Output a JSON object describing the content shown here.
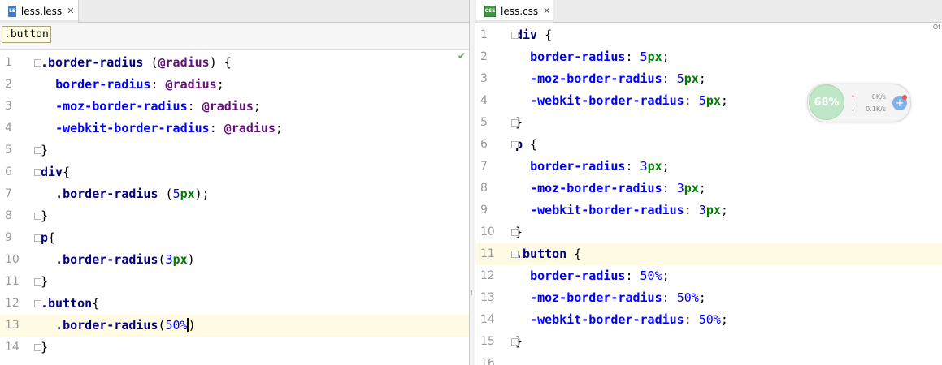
{
  "left_editor": {
    "tab": {
      "icon": "less-file-icon",
      "icon_text": "LE",
      "label": "less.less"
    },
    "breadcrumb": ".button",
    "lines": [
      {
        "n": "1",
        "tokens": [
          [
            ".border-radius",
            "sel"
          ],
          [
            " (",
            "punc"
          ],
          [
            "@radius",
            "var"
          ],
          [
            ") {",
            "punc"
          ]
        ]
      },
      {
        "n": "2",
        "tokens": [
          [
            "  ",
            "punc"
          ],
          [
            "border-radius",
            "prop"
          ],
          [
            ": ",
            "punc"
          ],
          [
            "@radius",
            "var"
          ],
          [
            ";",
            "punc"
          ]
        ]
      },
      {
        "n": "3",
        "tokens": [
          [
            "  ",
            "punc"
          ],
          [
            "-moz-border-radius",
            "prop"
          ],
          [
            ": ",
            "punc"
          ],
          [
            "@radius",
            "var"
          ],
          [
            ";",
            "punc"
          ]
        ]
      },
      {
        "n": "4",
        "tokens": [
          [
            "  ",
            "punc"
          ],
          [
            "-webkit-border-radius",
            "prop"
          ],
          [
            ": ",
            "punc"
          ],
          [
            "@radius",
            "var"
          ],
          [
            ";",
            "punc"
          ]
        ]
      },
      {
        "n": "5",
        "tokens": [
          [
            "}",
            "punc"
          ]
        ]
      },
      {
        "n": "6",
        "tokens": [
          [
            "div",
            "sel"
          ],
          [
            "{",
            "punc"
          ]
        ]
      },
      {
        "n": "7",
        "tokens": [
          [
            "  ",
            "punc"
          ],
          [
            ".border-radius",
            "sel"
          ],
          [
            " (",
            "punc"
          ],
          [
            "5",
            "num"
          ],
          [
            "px",
            "unit"
          ],
          [
            ");",
            "punc"
          ]
        ]
      },
      {
        "n": "8",
        "tokens": [
          [
            "}",
            "punc"
          ]
        ]
      },
      {
        "n": "9",
        "tokens": [
          [
            "p",
            "sel"
          ],
          [
            "{",
            "punc"
          ]
        ]
      },
      {
        "n": "10",
        "tokens": [
          [
            "  ",
            "punc"
          ],
          [
            ".border-radius",
            "sel"
          ],
          [
            "(",
            "punc"
          ],
          [
            "3",
            "num"
          ],
          [
            "px",
            "unit"
          ],
          [
            ")",
            "punc"
          ]
        ]
      },
      {
        "n": "11",
        "tokens": [
          [
            "}",
            "punc"
          ]
        ]
      },
      {
        "n": "12",
        "tokens": [
          [
            ".button",
            "sel"
          ],
          [
            "{",
            "punc"
          ]
        ]
      },
      {
        "n": "13",
        "tokens": [
          [
            "  ",
            "punc"
          ],
          [
            ".border-radius",
            "sel"
          ],
          [
            "(",
            "punc"
          ],
          [
            "50%",
            "pct"
          ],
          [
            ")",
            "punc"
          ]
        ]
      },
      {
        "n": "14",
        "tokens": [
          [
            "}",
            "punc"
          ]
        ]
      }
    ]
  },
  "right_editor": {
    "tab": {
      "icon": "css-file-icon",
      "icon_text": "CSS",
      "label": "less.css"
    },
    "lines": [
      {
        "n": "1",
        "tokens": [
          [
            "div",
            "sel"
          ],
          [
            " {",
            "punc"
          ]
        ]
      },
      {
        "n": "2",
        "tokens": [
          [
            "  ",
            "punc"
          ],
          [
            "border-radius",
            "prop"
          ],
          [
            ": ",
            "punc"
          ],
          [
            "5",
            "num"
          ],
          [
            "px",
            "unit"
          ],
          [
            ";",
            "punc"
          ]
        ]
      },
      {
        "n": "3",
        "tokens": [
          [
            "  ",
            "punc"
          ],
          [
            "-moz-border-radius",
            "prop"
          ],
          [
            ": ",
            "punc"
          ],
          [
            "5",
            "num"
          ],
          [
            "px",
            "unit"
          ],
          [
            ";",
            "punc"
          ]
        ]
      },
      {
        "n": "4",
        "tokens": [
          [
            "  ",
            "punc"
          ],
          [
            "-webkit-border-radius",
            "prop"
          ],
          [
            ": ",
            "punc"
          ],
          [
            "5",
            "num"
          ],
          [
            "px",
            "unit"
          ],
          [
            ";",
            "punc"
          ]
        ]
      },
      {
        "n": "5",
        "tokens": [
          [
            "}",
            "punc"
          ]
        ]
      },
      {
        "n": "6",
        "tokens": [
          [
            "p",
            "sel"
          ],
          [
            " {",
            "punc"
          ]
        ]
      },
      {
        "n": "7",
        "tokens": [
          [
            "  ",
            "punc"
          ],
          [
            "border-radius",
            "prop"
          ],
          [
            ": ",
            "punc"
          ],
          [
            "3",
            "num"
          ],
          [
            "px",
            "unit"
          ],
          [
            ";",
            "punc"
          ]
        ]
      },
      {
        "n": "8",
        "tokens": [
          [
            "  ",
            "punc"
          ],
          [
            "-moz-border-radius",
            "prop"
          ],
          [
            ": ",
            "punc"
          ],
          [
            "3",
            "num"
          ],
          [
            "px",
            "unit"
          ],
          [
            ";",
            "punc"
          ]
        ]
      },
      {
        "n": "9",
        "tokens": [
          [
            "  ",
            "punc"
          ],
          [
            "-webkit-border-radius",
            "prop"
          ],
          [
            ": ",
            "punc"
          ],
          [
            "3",
            "num"
          ],
          [
            "px",
            "unit"
          ],
          [
            ";",
            "punc"
          ]
        ]
      },
      {
        "n": "10",
        "tokens": [
          [
            "}",
            "punc"
          ]
        ]
      },
      {
        "n": "11",
        "tokens": [
          [
            ".button",
            "sel"
          ],
          [
            " {",
            "punc"
          ]
        ]
      },
      {
        "n": "12",
        "tokens": [
          [
            "  ",
            "punc"
          ],
          [
            "border-radius",
            "prop"
          ],
          [
            ": ",
            "punc"
          ],
          [
            "50%",
            "pct"
          ],
          [
            ";",
            "punc"
          ]
        ]
      },
      {
        "n": "13",
        "tokens": [
          [
            "  ",
            "punc"
          ],
          [
            "-moz-border-radius",
            "prop"
          ],
          [
            ": ",
            "punc"
          ],
          [
            "50%",
            "pct"
          ],
          [
            ";",
            "punc"
          ]
        ]
      },
      {
        "n": "14",
        "tokens": [
          [
            "  ",
            "punc"
          ],
          [
            "-webkit-border-radius",
            "prop"
          ],
          [
            ": ",
            "punc"
          ],
          [
            "50%",
            "pct"
          ],
          [
            ";",
            "punc"
          ]
        ]
      },
      {
        "n": "15",
        "tokens": [
          [
            "}",
            "punc"
          ]
        ]
      },
      {
        "n": "16",
        "tokens": []
      }
    ],
    "off_label": "Of"
  },
  "net_widget": {
    "percent": "68%",
    "up_speed": "0K/s",
    "down_speed": "0.1K/s",
    "up_icon": "upload-arrow-icon",
    "down_icon": "download-arrow-icon",
    "plus_icon": "plus-icon"
  },
  "colors": {
    "selector": "#000080",
    "property": "#0000ff",
    "variable": "#660e7a",
    "number": "#0000ff",
    "unit": "#008000",
    "current_line": "#fffae3"
  }
}
